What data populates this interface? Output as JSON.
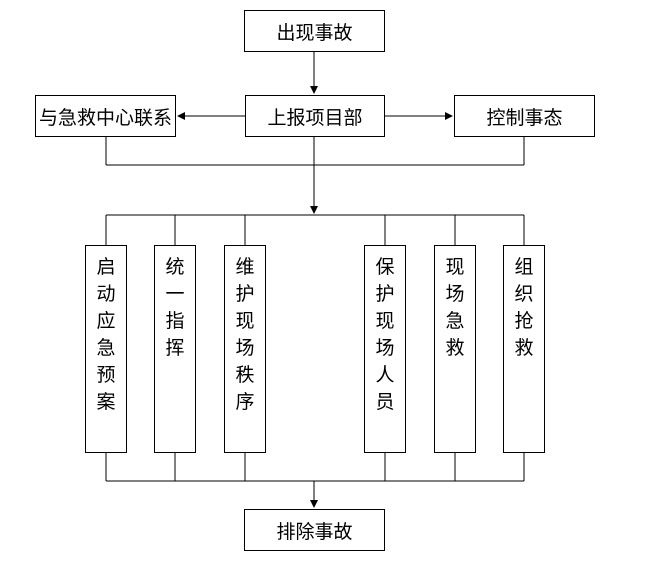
{
  "diagram": {
    "nodes": {
      "start": "出现事故",
      "report": "上报项目部",
      "contact": "与急救中心联系",
      "control": "控制事态",
      "end": "排除事故"
    },
    "branches": [
      "启动应急预案",
      "统一指挥",
      "维护现场秩序",
      "保护现场人员",
      "现场急救",
      "组织抢救"
    ],
    "line_color": "#000000"
  }
}
